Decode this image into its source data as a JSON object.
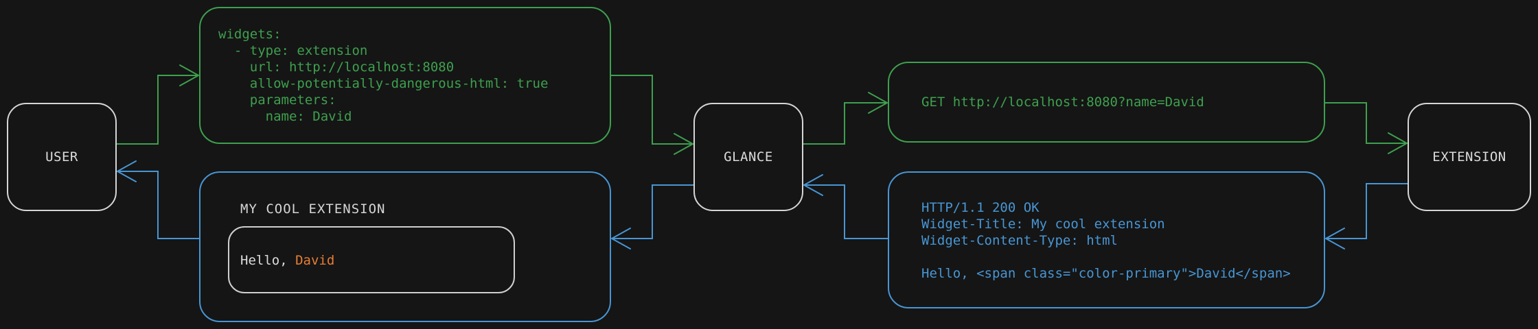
{
  "diagram": {
    "colors": {
      "green": "#3ea04e",
      "blue": "#4896d4",
      "orange": "#e87d35",
      "node_border": "#d6d6d6",
      "node_text": "#dcdcdc",
      "text_light": "#d6d6d6",
      "inner_border": "#cfcfcf",
      "background": "#151515"
    },
    "nodes": {
      "user": {
        "label": "USER"
      },
      "glance": {
        "label": "GLANCE"
      },
      "extension": {
        "label": "EXTENSION"
      }
    },
    "config_box": {
      "code": "widgets:\n  - type: extension\n    url: http://localhost:8080\n    allow-potentially-dangerous-html: true\n    parameters:\n      name: David"
    },
    "request_box": {
      "code": "GET http://localhost:8080?name=David"
    },
    "widget_box": {
      "title": "MY COOL EXTENSION",
      "greeting_prefix": "Hello, ",
      "greeting_name": "David"
    },
    "response_box": {
      "code": "HTTP/1.1 200 OK\nWidget-Title: My cool extension\nWidget-Content-Type: html\n\nHello, <span class=\"color-primary\">David</span>"
    }
  }
}
